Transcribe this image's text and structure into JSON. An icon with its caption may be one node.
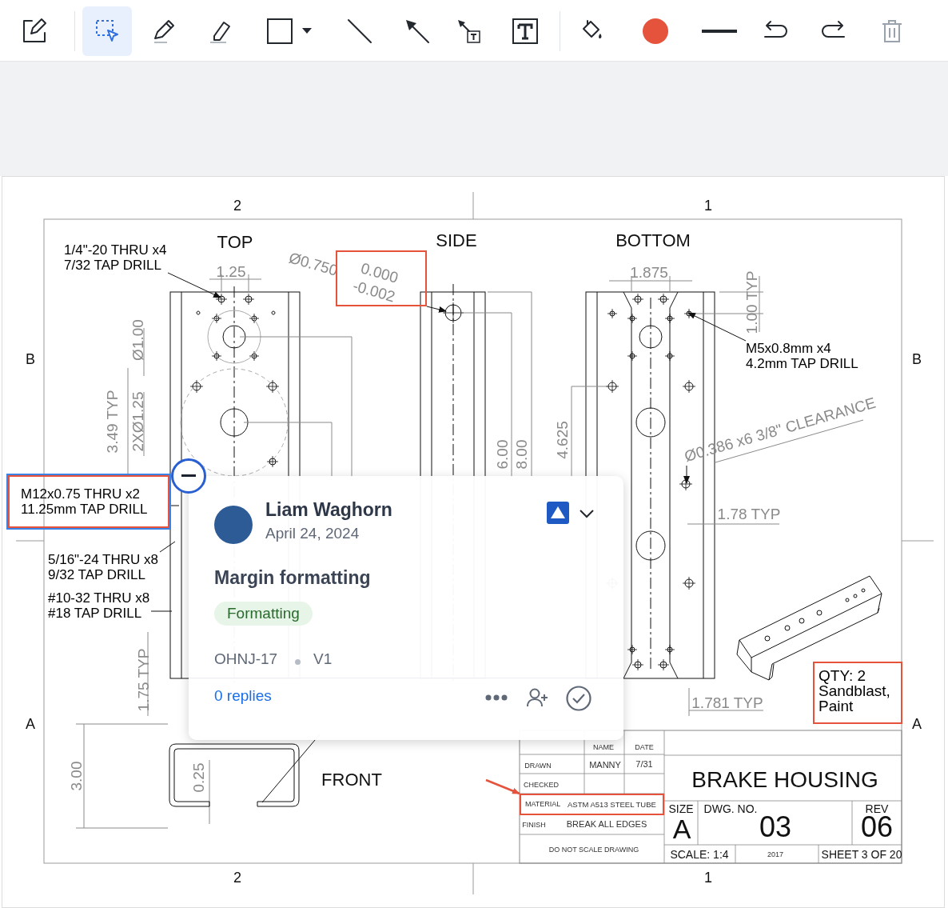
{
  "diagram": {
    "nodes": [
      {
        "text": [
          "1/4\"-20 THRU x4 7/32 TAP DRILL"
        ]
      },
      {
        "text": [
          "0.000",
          "-0.002"
        ]
      },
      {
        "text": [
          "M5x0.8mm x4 4.2mm TAP DRILL"
        ]
      },
      {
        "text": [
          "Ø0.386 x6 3/8\" CLEARANCE"
        ]
      },
      {
        "text": [
          "M12x0.75 THRU x2 11.25mm TAP DRILL"
        ]
      },
      {
        "text": [
          "5/16\"-24 THRU x8 9/32 TAP DRILL"
        ]
      },
      {
        "text": [
          "#10-32 THRU x8 #18 TAP DRILL"
        ]
      },
      {
        "text": [
          "QTY: 2 Sandblast, Paint"
        ]
      },
      {
        "text": [
          "MATERIAL",
          "ASTM A513 STEEL TUBE"
        ]
      },
      {
        "text": [
          "Liam Waghorn",
          "April 24, 2024",
          "Margin formatting",
          "Formatting",
          "OHNJ-17",
          "V1",
          "0 replies"
        ]
      }
    ],
    "edges": [
      {
        "from": 0,
        "to": null,
        "arrow": "to"
      },
      {
        "from": 1,
        "to": null,
        "arrow": "to"
      },
      {
        "from": 2,
        "to": null,
        "arrow": "to"
      },
      {
        "from": 3,
        "to": null,
        "arrow": "to"
      },
      {
        "from": 4,
        "to": null,
        "arrow": "none"
      },
      {
        "from": 5,
        "to": null,
        "arrow": "none"
      },
      {
        "from": 6,
        "to": null,
        "arrow": "none"
      },
      {
        "from": null,
        "to": 8,
        "arrow": "to",
        "color": "#e5533d"
      }
    ],
    "labels": [
      "2",
      "1",
      "TOP",
      "SIDE",
      "BOTTOM",
      "1.25",
      "Ø0.750",
      "1.875",
      "1.00 TYP",
      "B",
      "B",
      "Ø1.00",
      "3.49 TYP",
      "2XØ1.25",
      "6.00",
      "8.00",
      "4.625",
      "1.78 TYP",
      "1.75 TYP",
      "1.781 TYP",
      "A",
      "A",
      "3.00",
      "0.25",
      "FRONT",
      "NAME",
      "DATE",
      "DRAWN",
      "MANNY",
      "7/31",
      "CHECKED",
      "FINISH",
      "BREAK ALL EDGES",
      "DO NOT SCALE DRAWING",
      "BRAKE HOUSING",
      "SIZE",
      "A",
      "DWG. NO.",
      "03",
      "REV",
      "06",
      "SCALE: 1:4",
      "2017",
      "SHEET 3 OF 20",
      "2",
      "1"
    ]
  }
}
